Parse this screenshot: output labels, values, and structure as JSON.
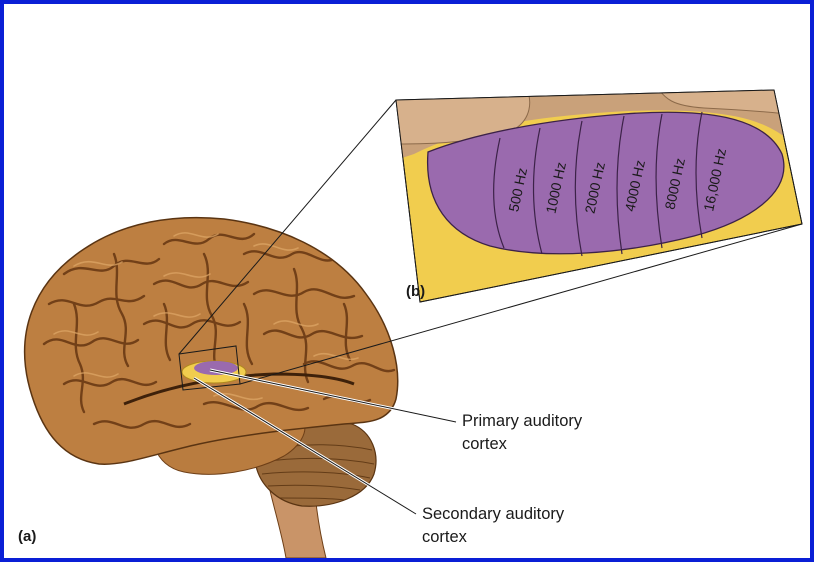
{
  "panels": {
    "a_label": "(a)",
    "b_label": "(b)"
  },
  "callouts": {
    "primary_line1": "Primary auditory",
    "primary_line2": "cortex",
    "secondary_line1": "Secondary auditory",
    "secondary_line2": "cortex"
  },
  "frequency_bands": [
    "500 Hz",
    "1000 Hz",
    "2000 Hz",
    "4000 Hz",
    "8000 Hz",
    "16,000 Hz"
  ],
  "colors": {
    "frame": "#0a1fd6",
    "brain": "#b5773a",
    "brain_dark": "#6e3f17",
    "cerebellum": "#9a6a3a",
    "purple_region": "#9a6aae",
    "yellow_region": "#f1cd4e",
    "tan_region": "#c9a17a"
  }
}
